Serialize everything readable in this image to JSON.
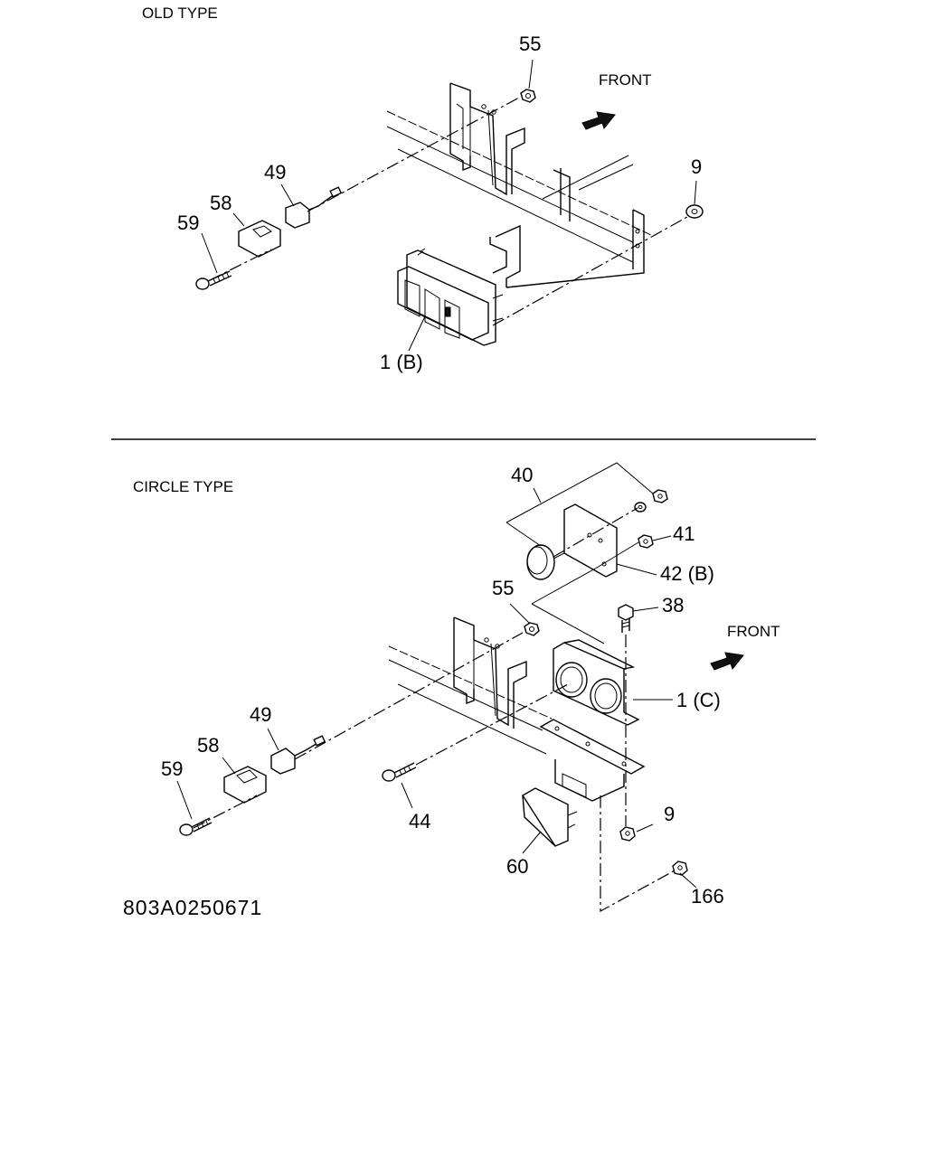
{
  "sections": {
    "old_type": {
      "title": "OLD TYPE",
      "front_label": "FRONT",
      "callouts": {
        "c55": "55",
        "c9": "9",
        "c49": "49",
        "c58": "58",
        "c59": "59",
        "c1b": "1 (B)"
      }
    },
    "circle_type": {
      "title": "CIRCLE TYPE",
      "front_label": "FRONT",
      "callouts": {
        "c40": "40",
        "c41": "41",
        "c42b": "42 (B)",
        "c55": "55",
        "c38": "38",
        "c1c": "1 (C)",
        "c49": "49",
        "c58": "58",
        "c59": "59",
        "c44": "44",
        "c9": "9",
        "c60": "60",
        "c166": "166"
      }
    }
  },
  "drawing_code": "803A0250671"
}
